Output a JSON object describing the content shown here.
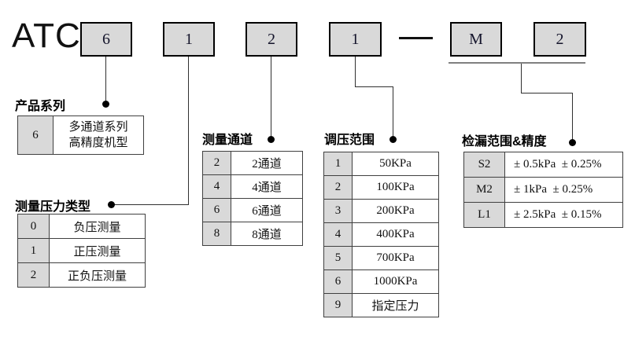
{
  "header": {
    "brand": "ATC",
    "code_boxes": [
      "6",
      "1",
      "2",
      "1",
      "M",
      "2"
    ]
  },
  "sections": {
    "product_series": {
      "label": "产品系列",
      "rows": [
        {
          "code": "6",
          "desc": "多通道系列\n高精度机型"
        }
      ]
    },
    "pressure_type": {
      "label": "测量压力类型",
      "rows": [
        {
          "code": "0",
          "desc": "负压测量"
        },
        {
          "code": "1",
          "desc": "正压测量"
        },
        {
          "code": "2",
          "desc": "正负压测量"
        }
      ]
    },
    "channels": {
      "label": "测量通道",
      "rows": [
        {
          "code": "2",
          "desc": "2通道"
        },
        {
          "code": "4",
          "desc": "4通道"
        },
        {
          "code": "6",
          "desc": "6通道"
        },
        {
          "code": "8",
          "desc": "8通道"
        }
      ]
    },
    "regulation_range": {
      "label": "调压范围",
      "rows": [
        {
          "code": "1",
          "desc": "50KPa"
        },
        {
          "code": "2",
          "desc": "100KPa"
        },
        {
          "code": "3",
          "desc": "200KPa"
        },
        {
          "code": "4",
          "desc": "400KPa"
        },
        {
          "code": "5",
          "desc": "700KPa"
        },
        {
          "code": "6",
          "desc": "1000KPa"
        },
        {
          "code": "9",
          "desc": "指定压力"
        }
      ]
    },
    "leak_range": {
      "label": "检漏范围&精度",
      "rows": [
        {
          "code": "S2",
          "desc": "± 0.5kPa  ± 0.25%"
        },
        {
          "code": "M2",
          "desc": "± 1kPa  ± 0.25%"
        },
        {
          "code": "L1",
          "desc": "± 2.5kPa  ± 0.15%"
        }
      ]
    }
  },
  "colors": {
    "box_fill": "#d9d9d9",
    "box_border": "#000000",
    "table_border": "#404040",
    "connector": "#303030"
  }
}
